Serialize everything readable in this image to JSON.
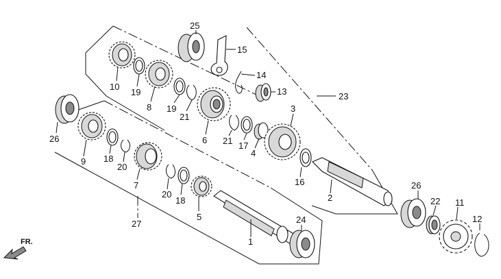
{
  "diagram": {
    "direction_label": "FR.",
    "part_numbers": {
      "p1": "1",
      "p2": "2",
      "p3": "3",
      "p4": "4",
      "p5": "5",
      "p6": "6",
      "p7": "7",
      "p8": "8",
      "p9": "9",
      "p10": "10",
      "p11": "11",
      "p12": "12",
      "p13": "13",
      "p14": "14",
      "p15": "15",
      "p16": "16",
      "p17": "17",
      "p18a": "18",
      "p18b": "18",
      "p19a": "19",
      "p19b": "19",
      "p20a": "20",
      "p20b": "20",
      "p21a": "21",
      "p21b": "21",
      "p22": "22",
      "p23": "23",
      "p24": "24",
      "p25": "25",
      "p26a": "26",
      "p26b": "26",
      "p27": "27"
    }
  }
}
